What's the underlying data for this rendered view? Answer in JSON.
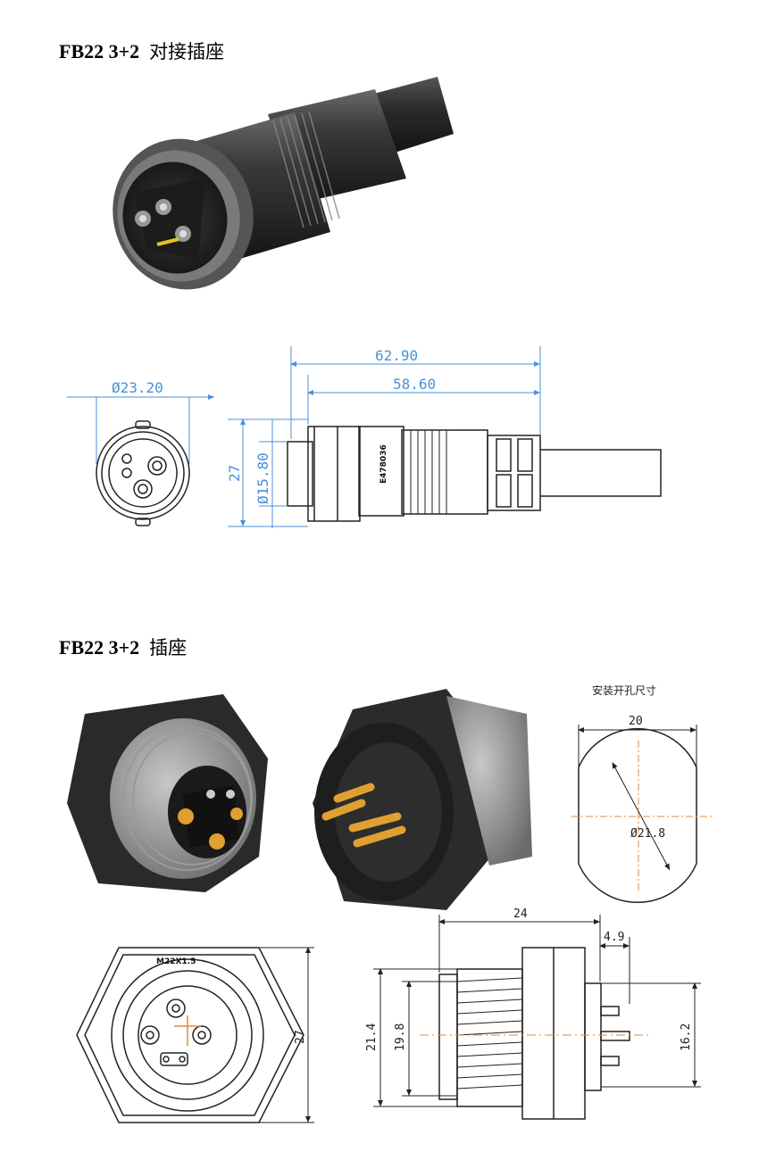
{
  "section1": {
    "title_model": "FB22 3+2",
    "title_cn": "对接插座",
    "dims": {
      "front_diameter": "Ø23.20",
      "overall_length": "62.90",
      "body_length": "58.60",
      "height": "27",
      "inner_diameter": "Ø15.80"
    },
    "body_marking": "E478036"
  },
  "section2": {
    "title_model": "FB22 3+2",
    "title_cn": "插座",
    "cutout_title": "安装开孔尺寸",
    "cutout_dims": {
      "width": "20",
      "diameter": "Ø21.8"
    },
    "thread_marking": "M22X1.5",
    "front_dims": {
      "height": "27"
    },
    "side_dims": {
      "length": "24",
      "flange": "4.9",
      "outer_dia": "21.4",
      "thread_dia": "19.8",
      "pin_span": "16.2"
    }
  },
  "colors": {
    "dimension": "#4a90d9",
    "brass": "#d9a030",
    "axis": "#e08a3a",
    "body": "#2e2e2e"
  }
}
